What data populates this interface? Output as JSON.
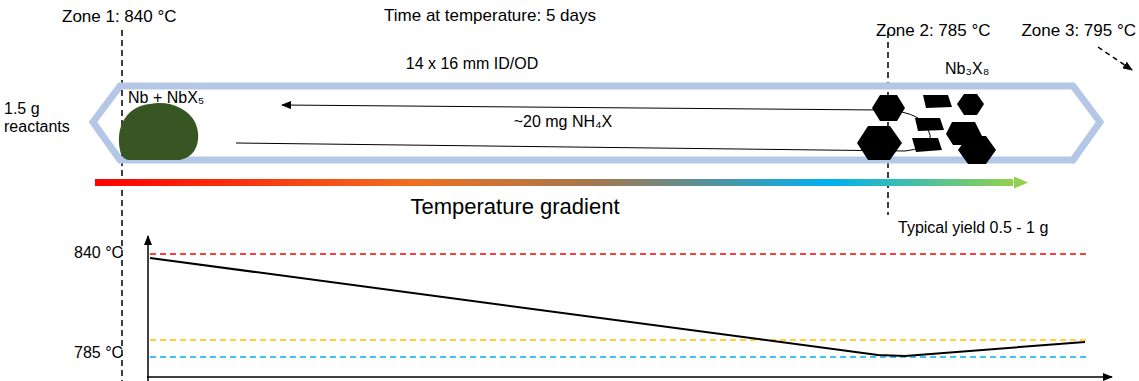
{
  "diagram": {
    "labels": [
      "Zone 1: 840 °C",
      "Time at temperature: 5 days",
      "Zone 2: 785 °C",
      "Zone 3: 795 °C",
      "14 x 16 mm ID/OD",
      "Nb₃X₈",
      "1.5 g reactants",
      "Nb + NbX₅",
      "~20 mg NH₄X",
      "Temperature gradient",
      "Typical yield 0.5 - 1 g",
      "840 °C",
      "785 °C"
    ]
  }
}
